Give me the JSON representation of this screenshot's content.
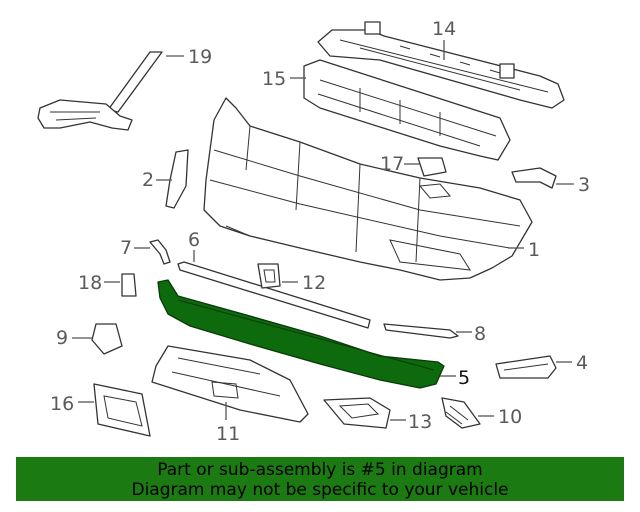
{
  "labels": {
    "l1": "1",
    "l2": "2",
    "l3": "3",
    "l4": "4",
    "l5": "5",
    "l6": "6",
    "l7": "7",
    "l8": "8",
    "l9": "9",
    "l10": "10",
    "l11": "11",
    "l12": "12",
    "l13": "13",
    "l14": "14",
    "l15": "15",
    "l16": "16",
    "l17": "17",
    "l18": "18",
    "l19": "19"
  },
  "highlight_part": "5",
  "colors": {
    "highlight": "#0d6a0d",
    "banner": "#1c7a12",
    "line": "#333333",
    "label": "#5a5a5a"
  },
  "banner": {
    "line1": "Part or sub-assembly is #5 in diagram",
    "line2": "Diagram may not be specific to your vehicle"
  }
}
